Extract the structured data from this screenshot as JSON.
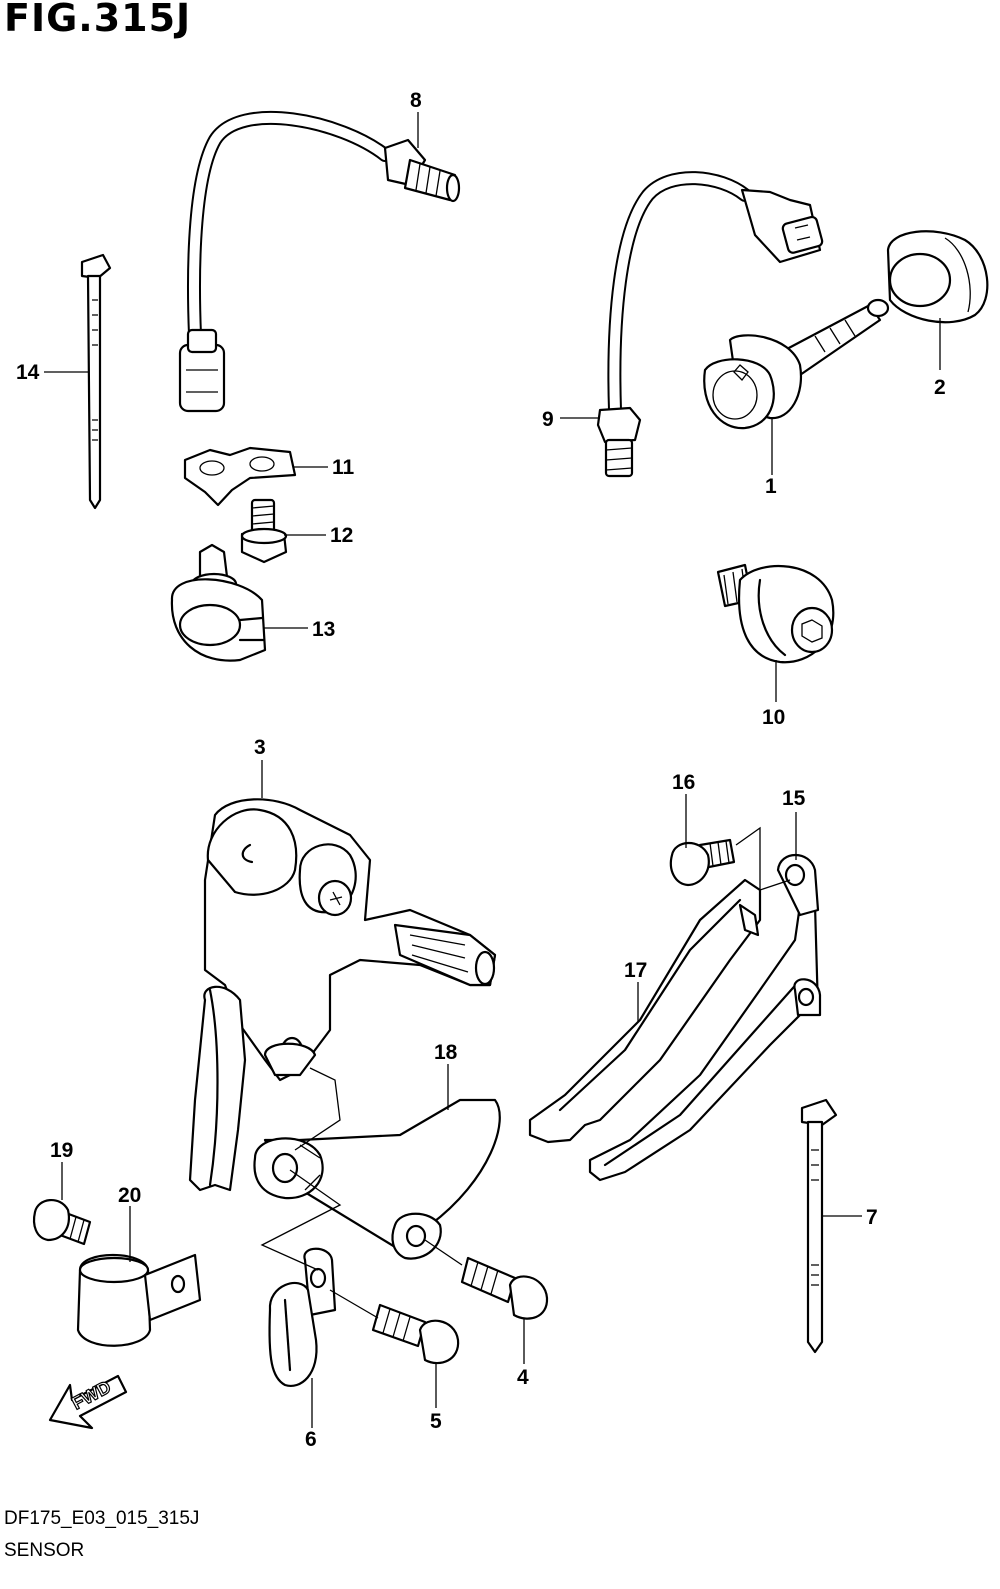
{
  "figure": {
    "title": "FIG.315J",
    "code": "DF175_E03_015_315J",
    "name": "SENSOR"
  },
  "callouts": {
    "c1": "1",
    "c2": "2",
    "c3": "3",
    "c4": "4",
    "c5": "5",
    "c6": "6",
    "c7": "7",
    "c8": "8",
    "c9": "9",
    "c10": "10",
    "c11": "11",
    "c12": "12",
    "c13": "13",
    "c14": "14",
    "c15": "15",
    "c16": "16",
    "c17": "17",
    "c18": "18",
    "c19": "19",
    "c20": "20"
  },
  "direction_marker": {
    "label": "FWD"
  }
}
